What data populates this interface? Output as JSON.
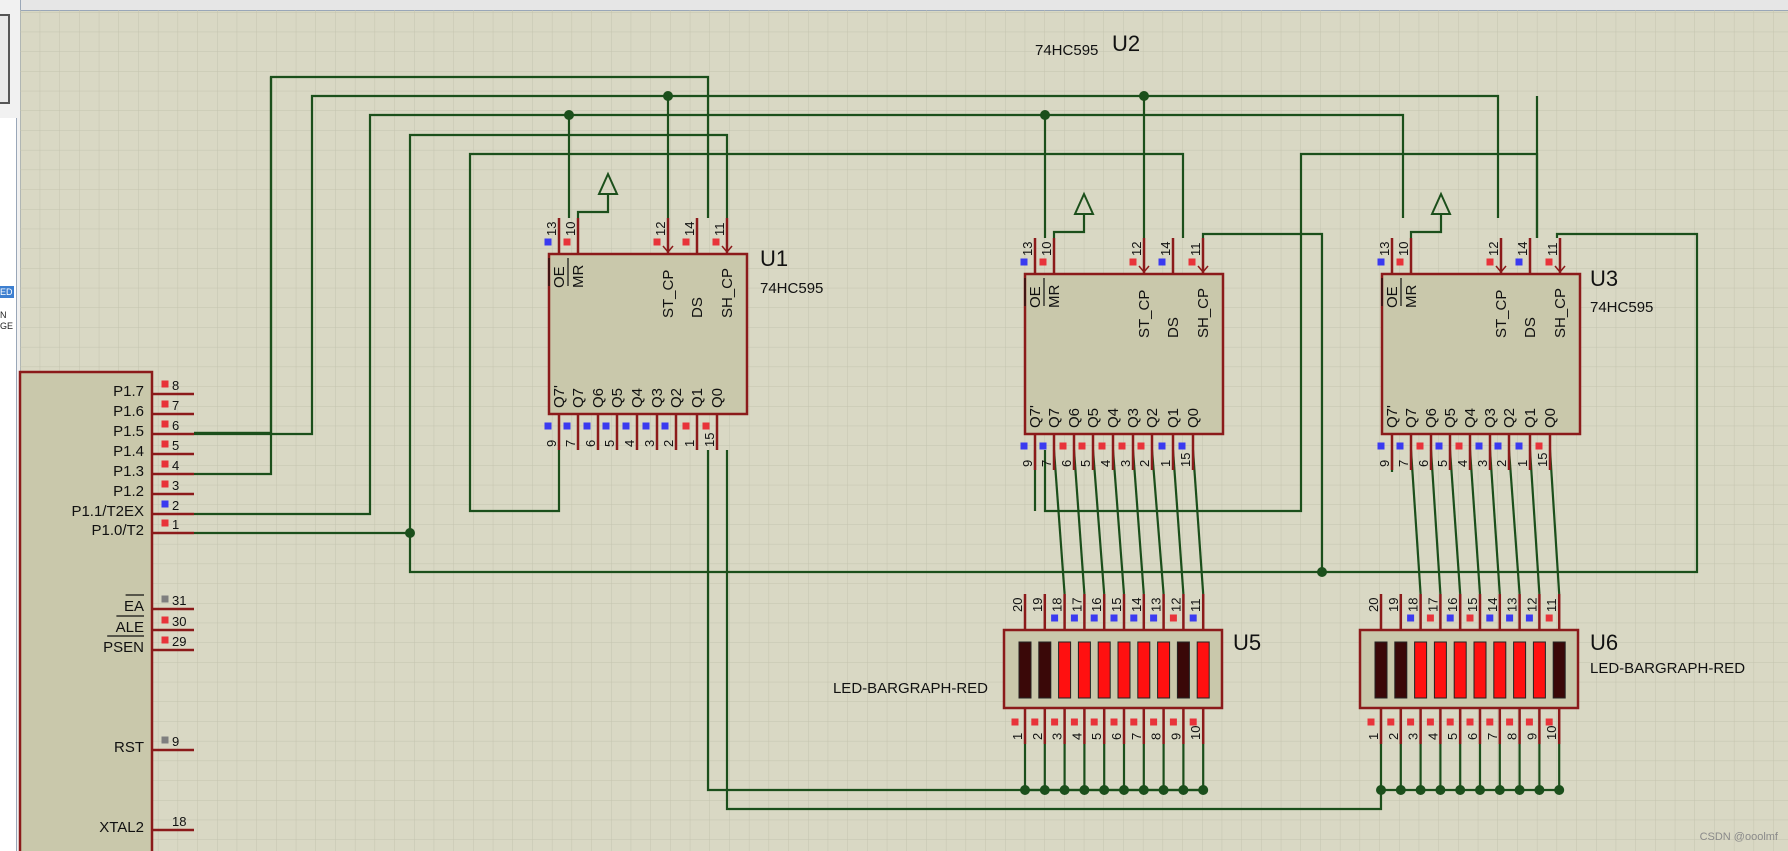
{
  "sidebar": {
    "highlight": "ED",
    "text_lines": [
      "N",
      "GE"
    ]
  },
  "mcu": {
    "pins": [
      {
        "name": "P1.7",
        "num": "8",
        "color": "red"
      },
      {
        "name": "P1.6",
        "num": "7",
        "color": "red"
      },
      {
        "name": "P1.5",
        "num": "6",
        "color": "red"
      },
      {
        "name": "P1.4",
        "num": "5",
        "color": "red"
      },
      {
        "name": "P1.3",
        "num": "4",
        "color": "red"
      },
      {
        "name": "P1.2",
        "num": "3",
        "color": "red"
      },
      {
        "name": "P1.1/T2EX",
        "num": "2",
        "color": "blue"
      },
      {
        "name": "P1.0/T2",
        "num": "1",
        "color": "red"
      },
      {
        "name": "EA",
        "num": "31",
        "color": "gray",
        "overbar": true
      },
      {
        "name": "ALE",
        "num": "30",
        "color": "red",
        "overbar": true
      },
      {
        "name": "PSEN",
        "num": "29",
        "color": "red",
        "overbar": true
      },
      {
        "name": "RST",
        "num": "9",
        "color": "gray"
      },
      {
        "name": "XTAL2",
        "num": "18",
        "color": "none"
      }
    ]
  },
  "shift_registers": [
    {
      "ref": "U1",
      "part": "74HC595",
      "top_pins": [
        {
          "label": "OE",
          "num": "13",
          "color": "blue",
          "overbar": true
        },
        {
          "label": "MR",
          "num": "10",
          "color": "red",
          "overbar": true
        },
        {
          "label": "ST_CP",
          "num": "12",
          "color": "red"
        },
        {
          "label": "DS",
          "num": "14",
          "color": "red"
        },
        {
          "label": "SH_CP",
          "num": "11",
          "color": "red"
        }
      ],
      "bottom_pins": [
        {
          "label": "Q7'",
          "num": "9",
          "color": "blue"
        },
        {
          "label": "Q7",
          "num": "7",
          "color": "blue"
        },
        {
          "label": "Q6",
          "num": "6",
          "color": "blue"
        },
        {
          "label": "Q5",
          "num": "5",
          "color": "blue"
        },
        {
          "label": "Q4",
          "num": "4",
          "color": "blue"
        },
        {
          "label": "Q3",
          "num": "3",
          "color": "blue"
        },
        {
          "label": "Q2",
          "num": "2",
          "color": "blue"
        },
        {
          "label": "Q1",
          "num": "1",
          "color": "red"
        },
        {
          "label": "Q0",
          "num": "15",
          "color": "red"
        }
      ]
    },
    {
      "ref": "U2",
      "part": "74HC595",
      "top_pins": [
        {
          "label": "OE",
          "num": "13",
          "color": "blue",
          "overbar": true
        },
        {
          "label": "MR",
          "num": "10",
          "color": "red",
          "overbar": true
        },
        {
          "label": "ST_CP",
          "num": "12",
          "color": "red"
        },
        {
          "label": "DS",
          "num": "14",
          "color": "blue"
        },
        {
          "label": "SH_CP",
          "num": "11",
          "color": "red"
        }
      ],
      "bottom_pins": [
        {
          "label": "Q7'",
          "num": "9",
          "color": "blue"
        },
        {
          "label": "Q7",
          "num": "7",
          "color": "blue"
        },
        {
          "label": "Q6",
          "num": "6",
          "color": "red"
        },
        {
          "label": "Q5",
          "num": "5",
          "color": "red"
        },
        {
          "label": "Q4",
          "num": "4",
          "color": "red"
        },
        {
          "label": "Q3",
          "num": "3",
          "color": "red"
        },
        {
          "label": "Q2",
          "num": "2",
          "color": "red"
        },
        {
          "label": "Q1",
          "num": "1",
          "color": "blue"
        },
        {
          "label": "Q0",
          "num": "15",
          "color": "blue"
        }
      ]
    },
    {
      "ref": "U3",
      "part": "74HC595",
      "top_pins": [
        {
          "label": "OE",
          "num": "13",
          "color": "blue",
          "overbar": true
        },
        {
          "label": "MR",
          "num": "10",
          "color": "red",
          "overbar": true
        },
        {
          "label": "ST_CP",
          "num": "12",
          "color": "red"
        },
        {
          "label": "DS",
          "num": "14",
          "color": "blue"
        },
        {
          "label": "SH_CP",
          "num": "11",
          "color": "red"
        }
      ],
      "bottom_pins": [
        {
          "label": "Q7'",
          "num": "9",
          "color": "blue"
        },
        {
          "label": "Q7",
          "num": "7",
          "color": "blue"
        },
        {
          "label": "Q6",
          "num": "6",
          "color": "red"
        },
        {
          "label": "Q5",
          "num": "5",
          "color": "blue"
        },
        {
          "label": "Q4",
          "num": "4",
          "color": "red"
        },
        {
          "label": "Q3",
          "num": "3",
          "color": "blue"
        },
        {
          "label": "Q2",
          "num": "2",
          "color": "blue"
        },
        {
          "label": "Q1",
          "num": "1",
          "color": "blue"
        },
        {
          "label": "Q0",
          "num": "15",
          "color": "red"
        }
      ]
    }
  ],
  "bargraphs": [
    {
      "ref": "U5",
      "part": "LED-BARGRAPH-RED",
      "top_nums": [
        "20",
        "19",
        "18",
        "17",
        "16",
        "15",
        "14",
        "13",
        "12",
        "11"
      ],
      "top_colors": [
        "none",
        "none",
        "blue",
        "blue",
        "blue",
        "blue",
        "blue",
        "blue",
        "red",
        "blue"
      ],
      "bottom_nums": [
        "1",
        "2",
        "3",
        "4",
        "5",
        "6",
        "7",
        "8",
        "9",
        "10"
      ],
      "segments_lit": [
        false,
        false,
        true,
        true,
        true,
        true,
        true,
        true,
        false,
        true
      ]
    },
    {
      "ref": "U6",
      "part": "LED-BARGRAPH-RED",
      "top_nums": [
        "20",
        "19",
        "18",
        "17",
        "16",
        "15",
        "14",
        "13",
        "12",
        "11"
      ],
      "top_colors": [
        "none",
        "none",
        "blue",
        "red",
        "blue",
        "red",
        "blue",
        "blue",
        "blue",
        "red"
      ],
      "bottom_nums": [
        "1",
        "2",
        "3",
        "4",
        "5",
        "6",
        "7",
        "8",
        "9",
        "10"
      ],
      "segments_lit": [
        false,
        false,
        true,
        true,
        true,
        true,
        true,
        true,
        true,
        false
      ]
    }
  ],
  "colors": {
    "background": "#d9d8c4",
    "grid": "#c4c3ae",
    "wire": "#1b4f1b",
    "component_body": "#c9c8ab",
    "component_border": "#8b1a1a",
    "pin_red": "#e8333a",
    "pin_blue": "#3a3af0",
    "pin_gray": "#7f7f7f",
    "led_on": "#ff1010",
    "led_off": "#3a0808"
  },
  "watermark": "CSDN @ooolmf"
}
